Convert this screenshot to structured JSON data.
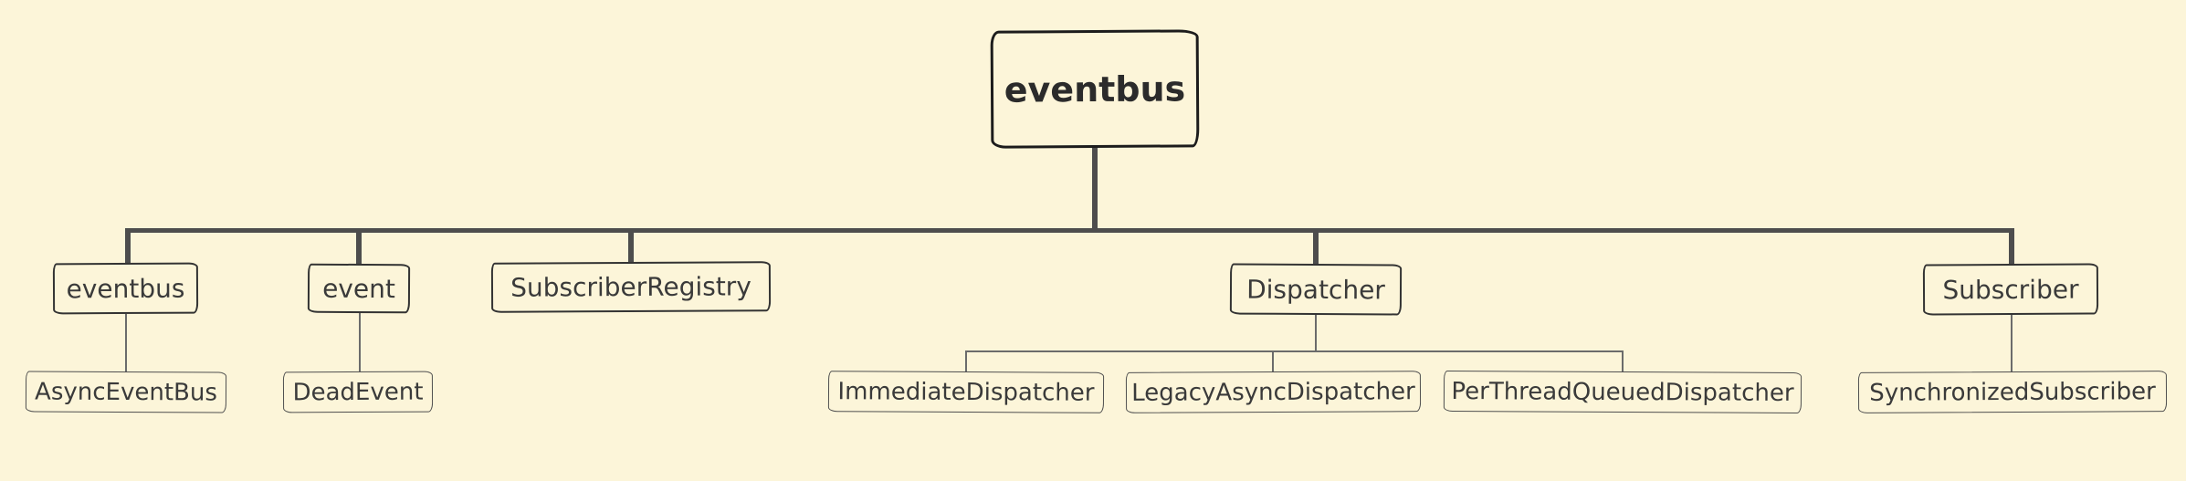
{
  "colors": {
    "background": "#FCF5D9",
    "root_stroke": "#1C1C1C",
    "root_text": "#2B2B2B",
    "box_stroke": "#333333",
    "box_stroke_light": "#4F4F4F",
    "text": "#3A3A3A",
    "connector_thick": "#4D4D4D",
    "connector_thin": "#6B6B6B"
  },
  "tree": {
    "root": {
      "label": "eventbus"
    },
    "level2": [
      {
        "label": "eventbus"
      },
      {
        "label": "event"
      },
      {
        "label": "SubscriberRegistry"
      },
      {
        "label": "Dispatcher"
      },
      {
        "label": "Subscriber"
      }
    ],
    "level3": [
      {
        "label": "AsyncEventBus",
        "parent": "eventbus"
      },
      {
        "label": "DeadEvent",
        "parent": "event"
      },
      {
        "label": "ImmediateDispatcher",
        "parent": "Dispatcher"
      },
      {
        "label": "LegacyAsyncDispatcher",
        "parent": "Dispatcher"
      },
      {
        "label": "PerThreadQueuedDispatcher",
        "parent": "Dispatcher"
      },
      {
        "label": "SynchronizedSubscriber",
        "parent": "Subscriber"
      }
    ]
  }
}
